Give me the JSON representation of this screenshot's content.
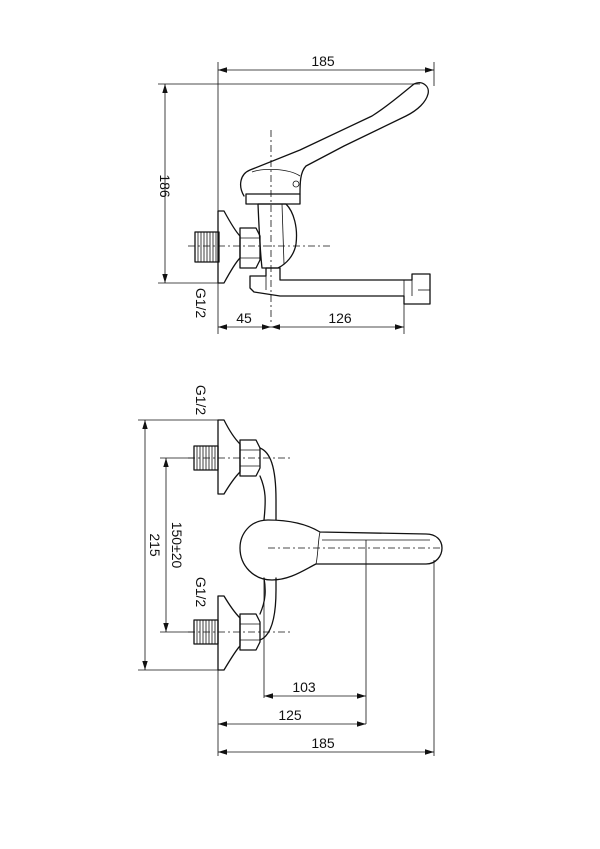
{
  "side_view": {
    "dim_total_width": "185",
    "dim_height": "186",
    "thread": "G1/2",
    "dim_wall_offset": "45",
    "dim_spout_reach": "126"
  },
  "front_view": {
    "thread_top": "G1/2",
    "thread_bottom": "G1/2",
    "dim_centers": "150±20",
    "dim_height": "215",
    "dim_103": "103",
    "dim_125": "125",
    "dim_total_width": "185"
  }
}
